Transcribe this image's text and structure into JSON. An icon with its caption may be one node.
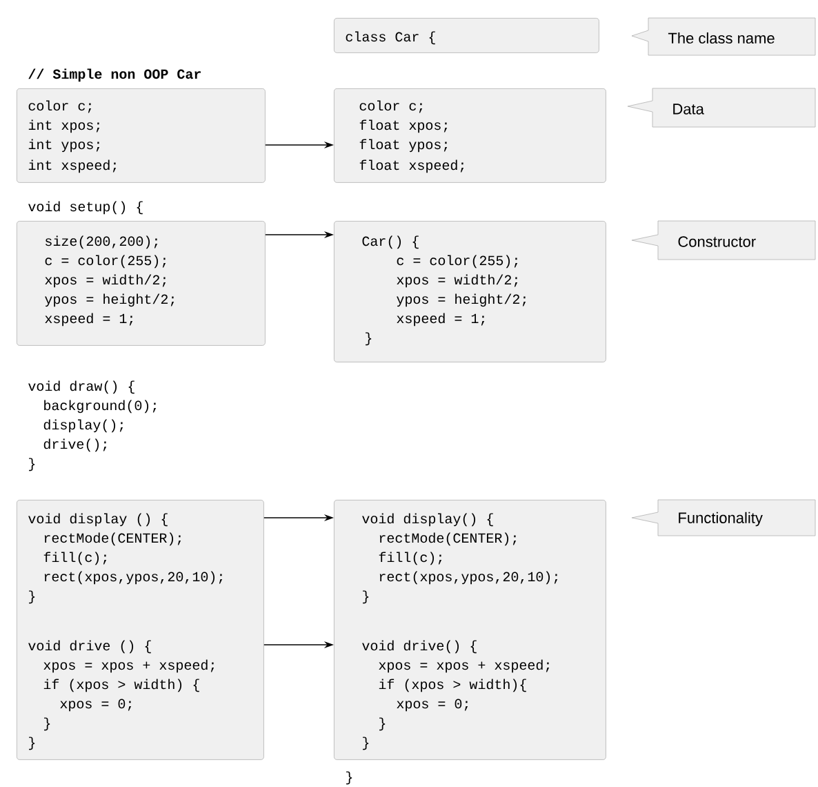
{
  "diagram": {
    "nodes": [
      {
        "text": [
          "class Car {"
        ]
      },
      {
        "text": [
          "The class name"
        ]
      },
      {
        "text": [
          "color c;",
          "int xpos;",
          "int ypos;",
          "int xspeed;"
        ]
      },
      {
        "text": [
          "color c;",
          "float xpos;",
          "float ypos;",
          "float xspeed;"
        ]
      },
      {
        "text": [
          "Data"
        ]
      },
      {
        "text": [
          "size(200,200);",
          "c = color(255);",
          "xpos = width/2;",
          "ypos = height/2;",
          "xspeed = 1;"
        ]
      },
      {
        "text": [
          "Car() {",
          "c = color(255);",
          "xpos = width/2;",
          "ypos = height/2;",
          "xspeed = 1;",
          "}"
        ]
      },
      {
        "text": [
          "Constructor"
        ]
      },
      {
        "text": [
          "void display () {",
          "rectMode(CENTER);",
          "fill(c);",
          "rect(xpos,ypos,20,10);",
          "}",
          "void drive () {",
          "xpos = xpos + xspeed;",
          "if (xpos > width) {",
          "xpos = 0;",
          "}",
          "}"
        ]
      },
      {
        "text": [
          "void display() {",
          "rectMode(CENTER);",
          "fill(c);",
          "rect(xpos,ypos,20,10);",
          "}",
          "void drive() {",
          "xpos = xpos + xspeed;",
          "if (xpos > width){",
          "xpos = 0;",
          "}",
          "}"
        ]
      },
      {
        "text": [
          "Functionality"
        ]
      }
    ],
    "edges": [
      {
        "from": 2,
        "to": 3,
        "arrow": "to"
      },
      {
        "from": 5,
        "to": 6,
        "arrow": "to"
      },
      {
        "from": 8,
        "to": 9,
        "arrow": "to"
      },
      {
        "from": 8,
        "to": 9,
        "arrow": "to"
      }
    ],
    "labels": [
      "// Simple non OOP Car",
      "void setup() {",
      "void draw() {",
      "background(0);",
      "display();",
      "drive();",
      "}",
      "}"
    ]
  }
}
